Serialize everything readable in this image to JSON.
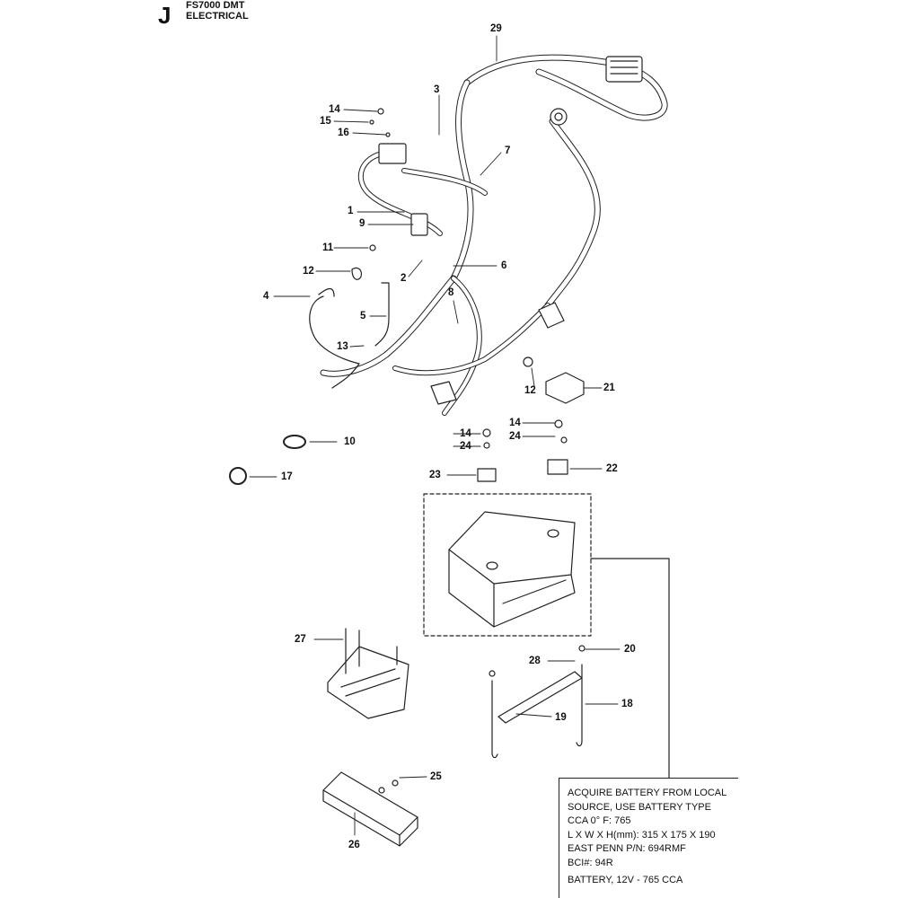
{
  "header": {
    "section_letter": "J",
    "model": "FS7000 DMT",
    "section_name": "ELECTRICAL"
  },
  "callouts": [
    {
      "id": "c29",
      "label": "29"
    },
    {
      "id": "c3",
      "label": "3"
    },
    {
      "id": "c14a",
      "label": "14"
    },
    {
      "id": "c15",
      "label": "15"
    },
    {
      "id": "c16",
      "label": "16"
    },
    {
      "id": "c7",
      "label": "7"
    },
    {
      "id": "c1",
      "label": "1"
    },
    {
      "id": "c9",
      "label": "9"
    },
    {
      "id": "c11",
      "label": "11"
    },
    {
      "id": "c12a",
      "label": "12"
    },
    {
      "id": "c2",
      "label": "2"
    },
    {
      "id": "c6",
      "label": "6"
    },
    {
      "id": "c4",
      "label": "4"
    },
    {
      "id": "c8",
      "label": "8"
    },
    {
      "id": "c5",
      "label": "5"
    },
    {
      "id": "c13",
      "label": "13"
    },
    {
      "id": "c12b",
      "label": "12"
    },
    {
      "id": "c21",
      "label": "21"
    },
    {
      "id": "c14b",
      "label": "14"
    },
    {
      "id": "c24a",
      "label": "24"
    },
    {
      "id": "c14c",
      "label": "14"
    },
    {
      "id": "c24b",
      "label": "24"
    },
    {
      "id": "c10",
      "label": "10"
    },
    {
      "id": "c23",
      "label": "23"
    },
    {
      "id": "c22",
      "label": "22"
    },
    {
      "id": "c17",
      "label": "17"
    },
    {
      "id": "c27",
      "label": "27"
    },
    {
      "id": "c20",
      "label": "20"
    },
    {
      "id": "c28",
      "label": "28"
    },
    {
      "id": "c18",
      "label": "18"
    },
    {
      "id": "c19",
      "label": "19"
    },
    {
      "id": "c25",
      "label": "25"
    },
    {
      "id": "c26",
      "label": "26"
    }
  ],
  "battery_note": {
    "lines": [
      "ACQUIRE BATTERY FROM LOCAL",
      "SOURCE, USE BATTERY TYPE",
      "CCA 0° F: 765",
      "L X W X H(mm): 315 X 175 X 190",
      "EAST PENN P/N: 694RMF",
      "BCI#: 94R",
      "BATTERY, 12V - 765 CCA"
    ]
  }
}
